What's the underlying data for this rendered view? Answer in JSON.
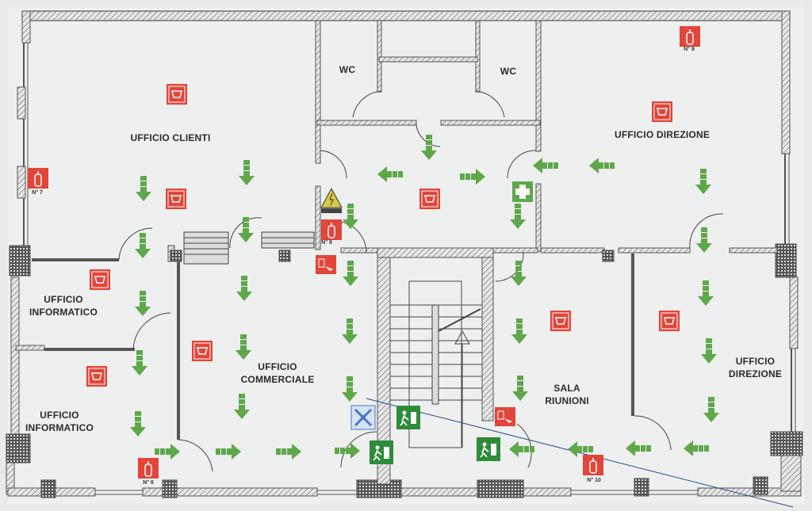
{
  "title": "Piano di emergenza ed evacuazione",
  "colors": {
    "background": "#e9eaea",
    "paper": "#eeefef",
    "wall": "#555555",
    "hatch": "#777777",
    "escape_green": "#5ea84a",
    "sign_green": "#2e8b3a",
    "fire_red": "#e2453a",
    "blue_sign": "#4a78c8",
    "line_blue": "#2a4f8a"
  },
  "rooms": [
    {
      "id": "ufficio-clienti",
      "name": "UFFICIO CLIENTI"
    },
    {
      "id": "wc-left",
      "name": "WC"
    },
    {
      "id": "wc-right",
      "name": "WC"
    },
    {
      "id": "ufficio-direzione-top",
      "name": "UFFICIO DIREZIONE"
    },
    {
      "id": "ufficio-informatico-1",
      "name": "UFFICIO\nINFORMATICO",
      "lines": [
        "UFFICIO",
        "INFORMATICO"
      ]
    },
    {
      "id": "ufficio-informatico-2",
      "name": "UFFICIO\nINFORMATICO",
      "lines": [
        "UFFICIO",
        "INFORMATICO"
      ]
    },
    {
      "id": "ufficio-commerciale",
      "name": "UFFICIO\nCOMMERCIALE",
      "lines": [
        "UFFICIO",
        "COMMERCIALE"
      ]
    },
    {
      "id": "sala-riunioni",
      "name": "SALA\nRIUNIONI",
      "lines": [
        "SALA",
        "RIUNIONI"
      ]
    },
    {
      "id": "ufficio-direzione-right",
      "name": "UFFICIO\nDIREZIONE",
      "lines": [
        "UFFICIO",
        "DIREZIONE"
      ]
    }
  ],
  "extinguishers": [
    {
      "label": "N° 6"
    },
    {
      "label": "N° 7"
    },
    {
      "label": "N° 8"
    },
    {
      "label": "N° 9"
    },
    {
      "label": "N° 10"
    }
  ],
  "symbols": {
    "smoke_detector": "smoke-detector-icon",
    "fire_extinguisher": "fire-extinguisher-icon",
    "fire_alarm": "fire-alarm-button-icon",
    "first_aid": "first-aid-icon",
    "emergency_exit": "emergency-exit-icon",
    "electrical_hazard": "electrical-hazard-icon",
    "assembly_point": "assembly-point-icon",
    "escape_arrow": "escape-route-arrow-icon"
  }
}
